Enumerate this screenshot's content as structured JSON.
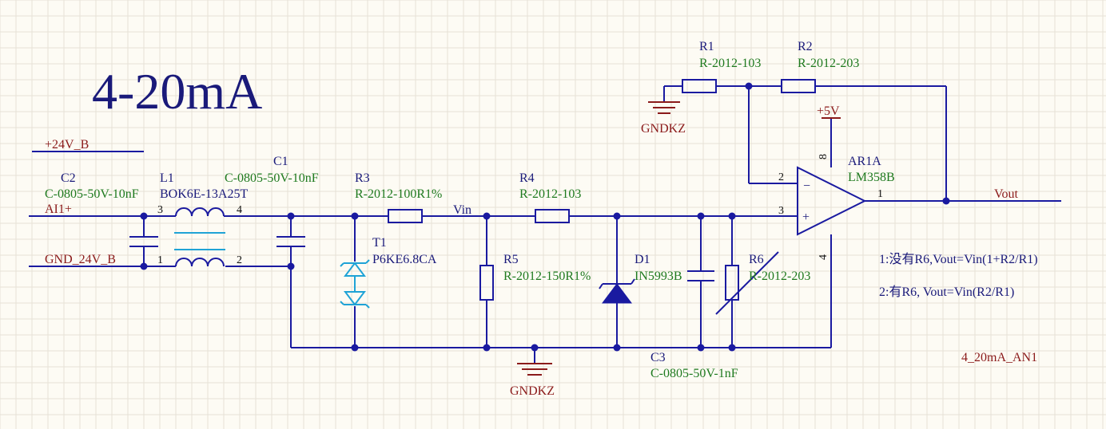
{
  "title": "4-20mA",
  "nets": {
    "p24v": "+24V_B",
    "ai1": "AI1+",
    "gnd24": "GND_24V_B",
    "vin": "Vin",
    "vout": "Vout",
    "p5v": "+5V",
    "gndkz": "GNDKZ"
  },
  "components": {
    "c2": {
      "ref": "C2",
      "value": "C-0805-50V-10nF"
    },
    "l1": {
      "ref": "L1",
      "value": "BOK6E-13A25T"
    },
    "c1": {
      "ref": "C1",
      "value": "C-0805-50V-10nF"
    },
    "r3": {
      "ref": "R3",
      "value": "R-2012-100R1%"
    },
    "t1": {
      "ref": "T1",
      "value": "P6KE6.8CA"
    },
    "r4": {
      "ref": "R4",
      "value": "R-2012-103"
    },
    "r5": {
      "ref": "R5",
      "value": "R-2012-150R1%"
    },
    "d1": {
      "ref": "D1",
      "value": "IN5993B"
    },
    "c3": {
      "ref": "C3",
      "value": "C-0805-50V-1nF"
    },
    "r6": {
      "ref": "R6",
      "value": "R-2012-203"
    },
    "r1": {
      "ref": "R1",
      "value": "R-2012-103"
    },
    "r2": {
      "ref": "R2",
      "value": "R-2012-203"
    },
    "ar1a": {
      "ref": "AR1A",
      "value": "LM358B"
    }
  },
  "pins": {
    "l1_3": "3",
    "l1_4": "4",
    "l1_1": "1",
    "l1_2": "2",
    "op_2": "2",
    "op_3": "3",
    "op_1": "1",
    "op_8": "8",
    "op_4": "4",
    "op_minus": "−",
    "op_plus": "+"
  },
  "notes": {
    "note1": "1:没有R6,Vout=Vin(1+R2/R1)",
    "note2": "2:有R6,     Vout=Vin(R2/R1)",
    "sheet": "4_20mA_AN1"
  }
}
